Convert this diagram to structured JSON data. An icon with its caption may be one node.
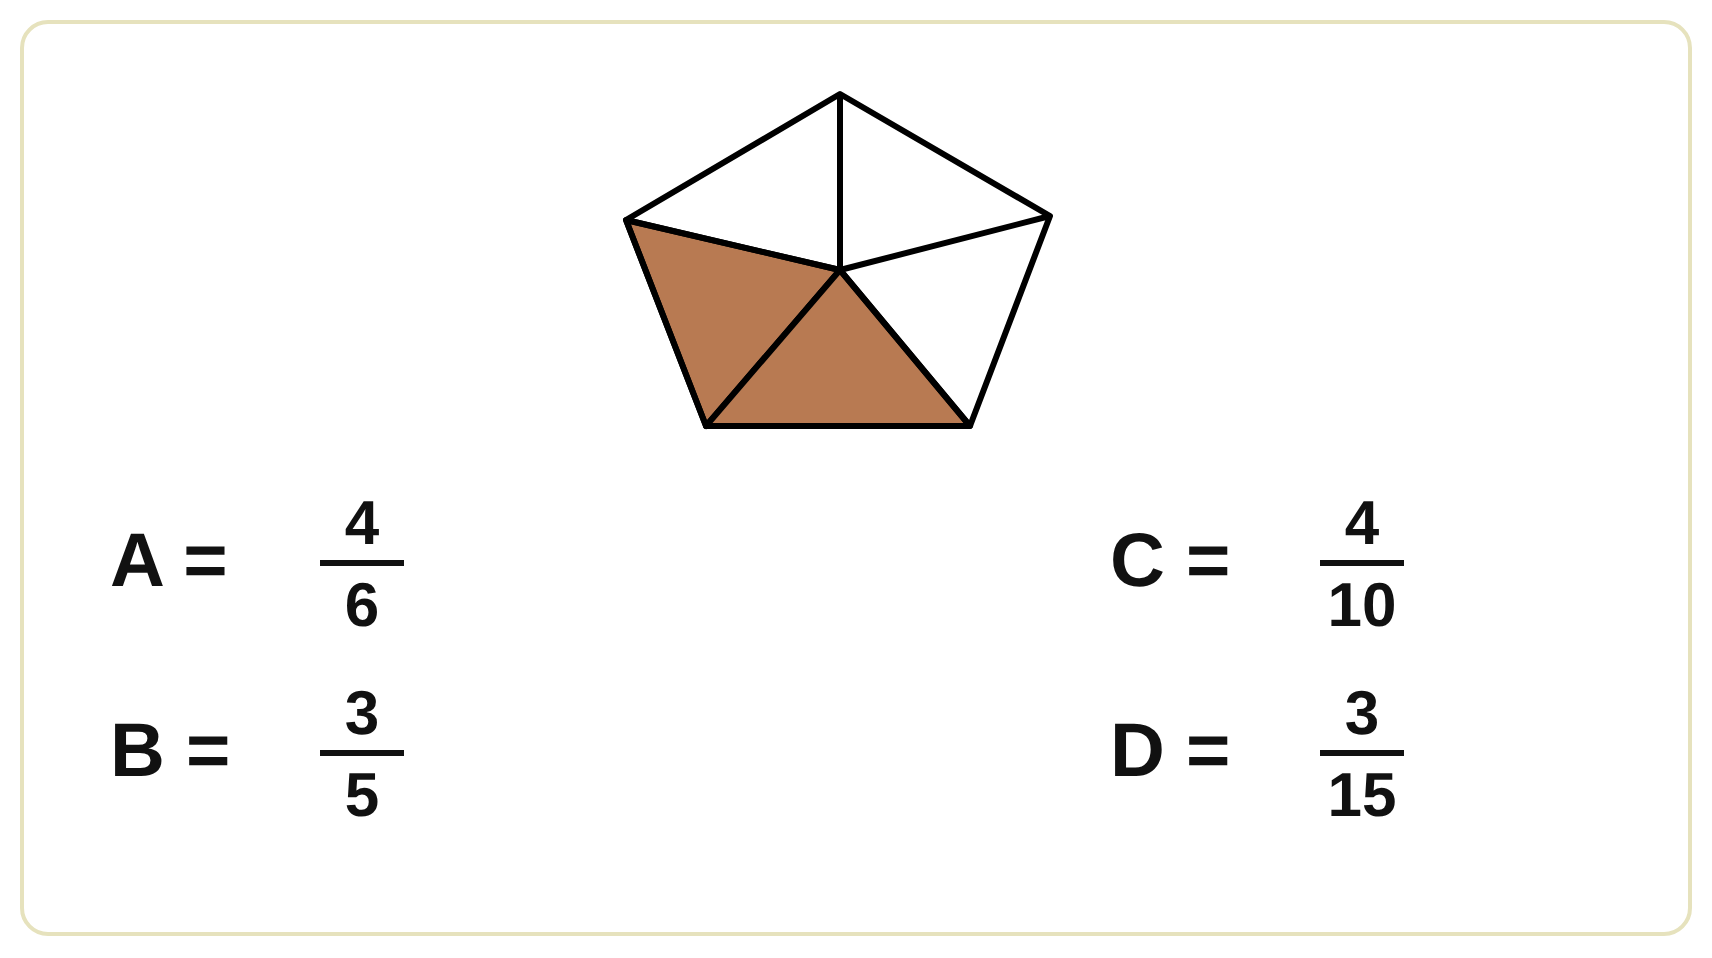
{
  "diagram": {
    "labels": [
      "A =",
      "4",
      "6",
      "C =",
      "4",
      "10",
      "B =",
      "3",
      "5",
      "D =",
      "3",
      "15"
    ]
  }
}
